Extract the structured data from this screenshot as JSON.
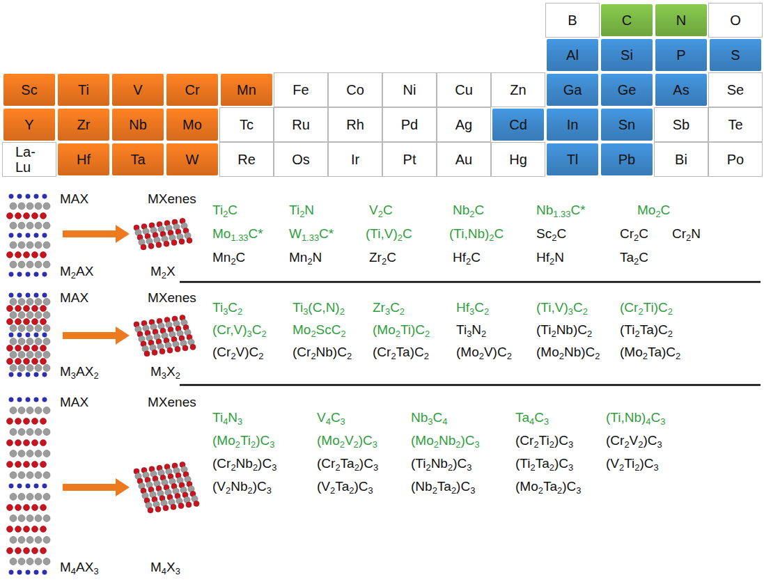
{
  "diagram": {
    "nodes": [
      {
        "text": [
          "B"
        ]
      },
      {
        "text": [
          "C"
        ]
      },
      {
        "text": [
          "N"
        ]
      },
      {
        "text": [
          "O"
        ]
      },
      {
        "text": [
          "Al"
        ]
      },
      {
        "text": [
          "Si"
        ]
      },
      {
        "text": [
          "P"
        ]
      },
      {
        "text": [
          "S"
        ]
      },
      {
        "text": [
          "Sc"
        ]
      },
      {
        "text": [
          "Ti"
        ]
      },
      {
        "text": [
          "V"
        ]
      },
      {
        "text": [
          "Cr"
        ]
      },
      {
        "text": [
          "Mn"
        ]
      },
      {
        "text": [
          "Fe"
        ]
      },
      {
        "text": [
          "Co"
        ]
      },
      {
        "text": [
          "Ni"
        ]
      },
      {
        "text": [
          "Cu"
        ]
      },
      {
        "text": [
          "Zn"
        ]
      },
      {
        "text": [
          "Ga"
        ]
      },
      {
        "text": [
          "Ge"
        ]
      },
      {
        "text": [
          "As"
        ]
      },
      {
        "text": [
          "Se"
        ]
      },
      {
        "text": [
          "Y"
        ]
      },
      {
        "text": [
          "Zr"
        ]
      },
      {
        "text": [
          "Nb"
        ]
      },
      {
        "text": [
          "Mo"
        ]
      },
      {
        "text": [
          "Tc"
        ]
      },
      {
        "text": [
          "Ru"
        ]
      },
      {
        "text": [
          "Rh"
        ]
      },
      {
        "text": [
          "Pd"
        ]
      },
      {
        "text": [
          "Ag"
        ]
      },
      {
        "text": [
          "Cd"
        ]
      },
      {
        "text": [
          "In"
        ]
      },
      {
        "text": [
          "Sn"
        ]
      },
      {
        "text": [
          "Sb"
        ]
      },
      {
        "text": [
          "Te"
        ]
      },
      {
        "text": [
          "La- Lu"
        ]
      },
      {
        "text": [
          "Hf"
        ]
      },
      {
        "text": [
          "Ta"
        ]
      },
      {
        "text": [
          "W"
        ]
      },
      {
        "text": [
          "Re"
        ]
      },
      {
        "text": [
          "Os"
        ]
      },
      {
        "text": [
          "Ir"
        ]
      },
      {
        "text": [
          "Pt"
        ]
      },
      {
        "text": [
          "Au"
        ]
      },
      {
        "text": [
          "Hg"
        ]
      },
      {
        "text": [
          "Tl"
        ]
      },
      {
        "text": [
          "Pb"
        ]
      },
      {
        "text": [
          "Bi"
        ]
      },
      {
        "text": [
          "Po"
        ]
      }
    ],
    "labels": [
      "MAX",
      "MXenes",
      "M2AX",
      "M2X",
      "Ti2C",
      "Ti2N",
      "V2C",
      "Nb2C",
      "Nb1.33C*",
      "Mo2C",
      "Mo1.33C*",
      "W1.33C*",
      "(Ti,V)2C",
      "(Ti,Nb)2C",
      "Sc2C",
      "Cr2C",
      "Cr2N",
      "Mn2C",
      "Mn2N",
      "Zr2C",
      "Hf2C",
      "Hf2N",
      "Ta2C",
      "MAX",
      "MXenes",
      "M3AX2",
      "M3X2",
      "Ti3C2",
      "Ti3(C,N)2",
      "Zr3C2",
      "Hf3C2",
      "(Ti,V)3C2",
      "(Cr2Ti)C2",
      "(Cr,V)3C2",
      "Mo2ScC2",
      "(Mo2Ti)C2",
      "Ti3N2",
      "(Ti2Nb)C2",
      "(Ti2Ta)C2",
      "(Cr2V)C2",
      "(Cr2Nb)C2",
      "(Cr2Ta)C2",
      "(Mo2V)C2",
      "(Mo2Nb)C2",
      "(Mo2Ta)C2",
      "MAX",
      "MXenes",
      "M4AX3",
      "M4X3",
      "Ti4N3",
      "V4C3",
      "Nb3C4",
      "Ta4C3",
      "(Ti,Nb)4C3",
      "(Mo2Ti2)C3",
      "(Mo2V2)C3",
      "(Mo2Nb2)C3",
      "(Cr2Ti2)C3",
      "(Cr2V2)C3",
      "(Cr2Nb2)C3",
      "(Cr2Ta2)C3",
      "(Ti2Nb2)C3",
      "(Ti2Ta2)C3",
      "(V2Ti2)C3",
      "(V2Nb2)C3",
      "(V2Ta2)C3",
      "(Nb2Ta2)C3",
      "(Mo2Ta2)C3"
    ]
  }
}
